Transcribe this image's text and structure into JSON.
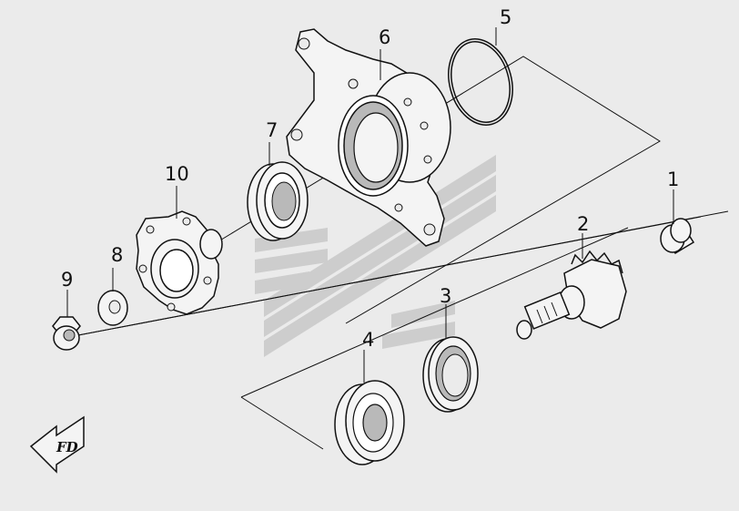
{
  "diagram": {
    "colors": {
      "background": "#ebebeb",
      "line": "#111111",
      "part_fill": "#f4f4f4",
      "shade": "#b9b9b9",
      "watermark": "#c8c8c8"
    },
    "callouts": [
      "1",
      "2",
      "3",
      "4",
      "5",
      "6",
      "7",
      "8",
      "9",
      "10"
    ],
    "direction_badge": {
      "text": "FD",
      "icon": "arrow-left-icon"
    }
  }
}
